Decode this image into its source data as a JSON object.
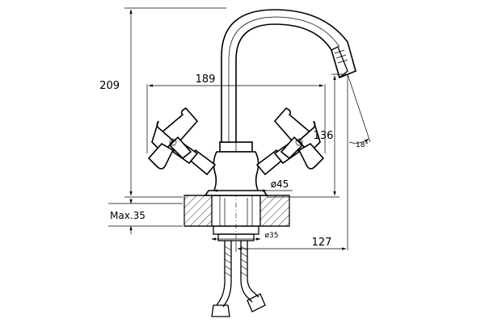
{
  "dimensions": {
    "height_total": "209",
    "handle_span": "189",
    "spout_height": "136",
    "spout_angle": "18°",
    "base_diameter": "ø45",
    "max_deck_thickness": "Max.35",
    "shank_diameter": "ø35",
    "spout_reach": "127"
  },
  "colors": {
    "line": "#000000",
    "background": "#ffffff"
  }
}
